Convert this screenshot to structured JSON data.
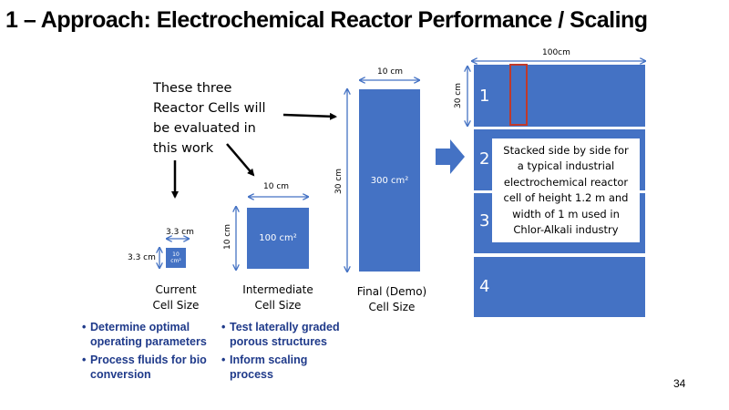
{
  "slide": {
    "title": "1 – Approach: Electrochemical Reactor Performance / Scaling",
    "page_number": "34"
  },
  "callout": {
    "lines": [
      "These three",
      "Reactor Cells will",
      "be evaluated in",
      "this work"
    ]
  },
  "cells": {
    "current": {
      "width_label": "3.3 cm",
      "height_label": "3.3 cm",
      "area_value": "10",
      "area_unit": "cm²",
      "caption": [
        "Current",
        "Cell Size"
      ]
    },
    "intermediate": {
      "width_label": "10 cm",
      "height_label": "10 cm",
      "area_label": "100 cm²",
      "caption": [
        "Intermediate",
        "Cell Size"
      ]
    },
    "final": {
      "width_label": "10 cm",
      "height_label": "30 cm",
      "area_label": "300 cm²",
      "caption": [
        "Final (Demo)",
        "Cell Size"
      ]
    }
  },
  "industrial": {
    "width_label": "100cm",
    "height_label": "30 cm",
    "strips": [
      "1",
      "2",
      "3",
      "4"
    ],
    "note": [
      "Stacked side by side for",
      "a typical industrial",
      "electrochemical reactor",
      "cell of height 1.2 m and",
      "width of 1 m used in",
      "Chlor-Alkali industry"
    ]
  },
  "bullets": {
    "left": [
      "Determine optimal operating parameters",
      "Process fluids for bio conversion"
    ],
    "right": [
      "Test laterally graded porous structures",
      "Inform scaling process"
    ]
  },
  "colors": {
    "cell_blue": "#4472c4",
    "highlight_red": "#c0392b",
    "bullet_text": "#1f3a8a"
  }
}
